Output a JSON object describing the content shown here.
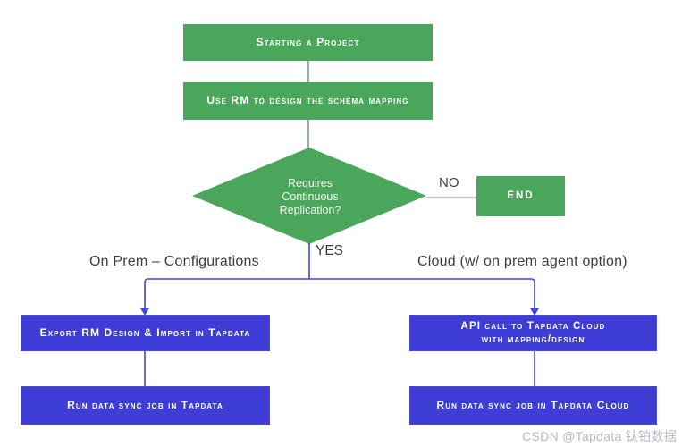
{
  "nodes": {
    "start": "Starting a Project",
    "schema": "Use RM to design the schema mapping",
    "decision": "Requires\nContinuous\nReplication?",
    "end": "END",
    "export_import": "Export RM Design & Import in Tapdata",
    "run_sync": "Run data sync job in Tapdata",
    "api_call": "API call to Tapdata Cloud\nwith mapping/design",
    "run_sync_cloud": "Run data sync job in Tapdata Cloud"
  },
  "labels": {
    "no": "NO",
    "yes": "YES",
    "left_branch": "On Prem – Configurations",
    "right_branch": "Cloud (w/ on prem agent option)"
  },
  "watermark": "CSDN @Tapdata 钛铂数据",
  "colors": {
    "node_green": "#4aa65b",
    "node_blue": "#3e3ed6",
    "connector_blue": "#4347d4",
    "connector_green": "#5a9963",
    "connector_gray": "#c9cdc9",
    "label_text": "#3d3d3d",
    "watermark_text": "#b5bac3"
  }
}
